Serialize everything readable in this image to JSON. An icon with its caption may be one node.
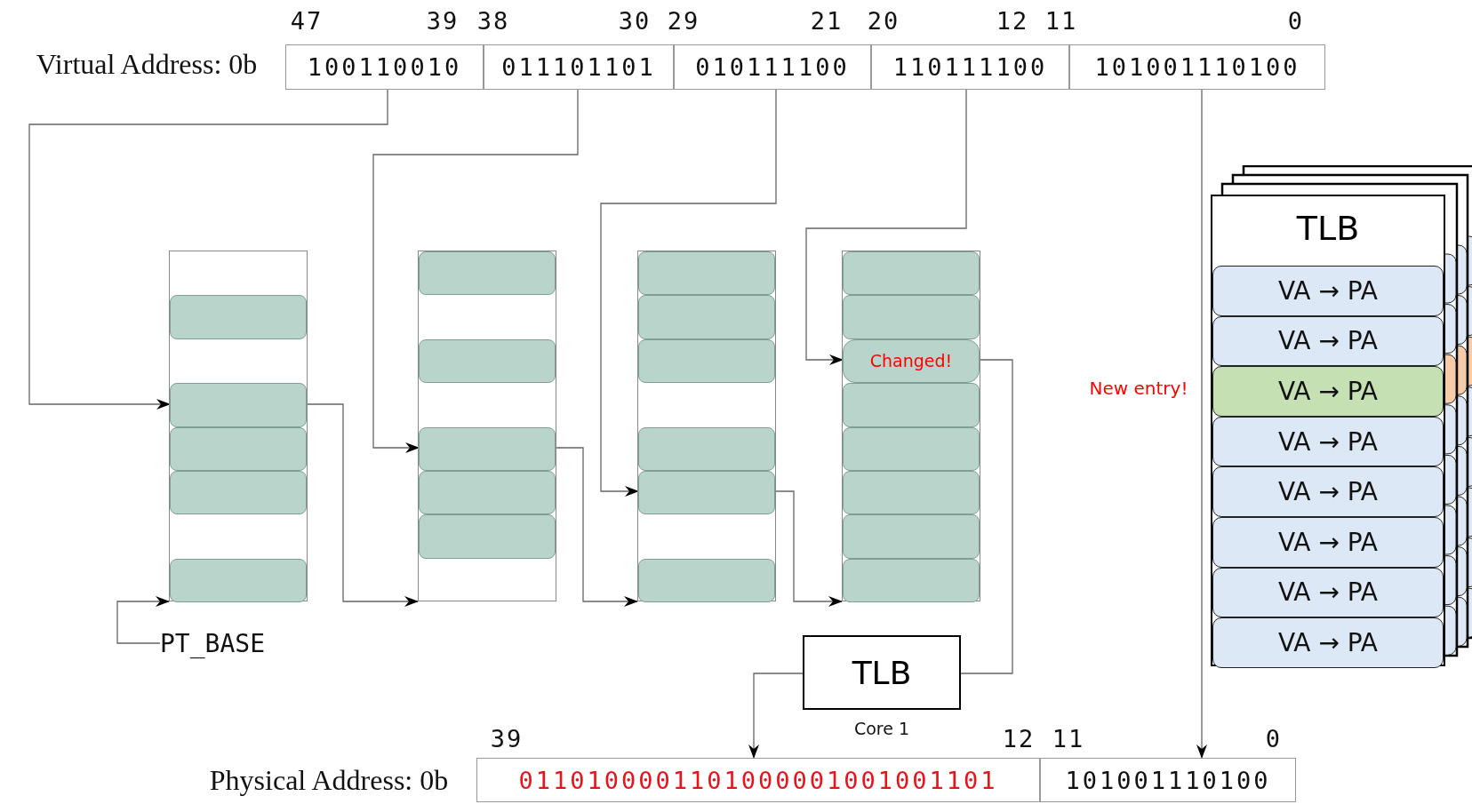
{
  "diagram": {
    "nodes": [
      {
        "text": [
          "100110010"
        ]
      },
      {
        "text": [
          "011101101"
        ]
      },
      {
        "text": [
          "010111100"
        ]
      },
      {
        "text": [
          "110111100"
        ]
      },
      {
        "text": [
          "101001110100"
        ]
      },
      {
        "text": [],
        "shape": "box"
      },
      {
        "text": [],
        "shape": "box",
        "in": 5
      },
      {
        "text": [],
        "shape": "box",
        "in": 5
      },
      {
        "text": [],
        "shape": "box",
        "in": 5
      },
      {
        "text": [],
        "shape": "box",
        "in": 5
      },
      {
        "text": [],
        "shape": "box",
        "in": 5
      },
      {
        "text": [],
        "shape": "box"
      },
      {
        "text": [],
        "shape": "box",
        "in": 11
      },
      {
        "text": [],
        "shape": "box",
        "in": 11
      },
      {
        "text": [],
        "shape": "box",
        "in": 11
      },
      {
        "text": [],
        "shape": "box",
        "in": 11
      },
      {
        "text": [],
        "shape": "box",
        "in": 11
      },
      {
        "text": [],
        "shape": "box"
      },
      {
        "text": [],
        "shape": "box",
        "in": 17
      },
      {
        "text": [],
        "shape": "box",
        "in": 17
      },
      {
        "text": [],
        "shape": "box",
        "in": 17
      },
      {
        "text": [],
        "shape": "box",
        "in": 17
      },
      {
        "text": [],
        "shape": "box",
        "in": 17
      },
      {
        "text": [],
        "shape": "box",
        "in": 17
      },
      {
        "text": [],
        "shape": "box"
      },
      {
        "text": [],
        "shape": "box",
        "in": 24
      },
      {
        "text": [],
        "shape": "box",
        "in": 24
      },
      {
        "text": [
          "Changed!"
        ],
        "in": 24
      },
      {
        "text": [],
        "shape": "box",
        "in": 24
      },
      {
        "text": [],
        "shape": "box",
        "in": 24
      },
      {
        "text": [],
        "shape": "box",
        "in": 24
      },
      {
        "text": [],
        "shape": "box",
        "in": 24
      },
      {
        "text": [],
        "shape": "box",
        "in": 24
      },
      {
        "text": [
          "PT_BASE"
        ]
      },
      {
        "text": [
          "TLB"
        ],
        "beside": [
          "Core 1"
        ]
      },
      {
        "text": [
          "0110100001101000001001001101"
        ]
      },
      {
        "text": [
          "101001110100"
        ]
      },
      {
        "text": [
          "TLB"
        ]
      },
      {
        "text": [
          "VA → PA"
        ],
        "in": 37
      },
      {
        "text": [
          "VA → PA"
        ],
        "in": 37
      },
      {
        "text": [
          "VA → PA"
        ],
        "in": 37
      },
      {
        "text": [
          "VA → PA"
        ],
        "in": 37
      },
      {
        "text": [
          "VA → PA"
        ],
        "in": 37
      },
      {
        "text": [
          "VA → PA"
        ],
        "in": 37
      },
      {
        "text": [
          "VA → PA"
        ],
        "in": 37
      },
      {
        "text": [
          "VA → PA"
        ],
        "in": 37
      }
    ],
    "edges": [
      {
        "from": 0,
        "to": 7,
        "arrow": "to"
      },
      {
        "from": 33,
        "to": 5,
        "arrow": "to"
      },
      {
        "from": 7,
        "to": 11,
        "arrow": "to"
      },
      {
        "from": 1,
        "to": 14,
        "arrow": "to"
      },
      {
        "from": 14,
        "to": 17,
        "arrow": "to"
      },
      {
        "from": 2,
        "to": 22,
        "arrow": "to"
      },
      {
        "from": 22,
        "to": 24,
        "arrow": "to"
      },
      {
        "from": 3,
        "to": 27,
        "arrow": "to"
      },
      {
        "from": 27,
        "to": 34,
        "arrow": "none"
      },
      {
        "from": 34,
        "to": 35,
        "arrow": "to"
      },
      {
        "from": 4,
        "to": 36,
        "arrow": "to"
      }
    ],
    "labels": [
      "Virtual Address: 0b",
      "47",
      "39",
      "38",
      "30",
      "29",
      "21",
      "20",
      "12",
      "11",
      "0",
      "New entry!",
      "Physical Address: 0b",
      "39",
      "12",
      "11",
      "0"
    ]
  }
}
